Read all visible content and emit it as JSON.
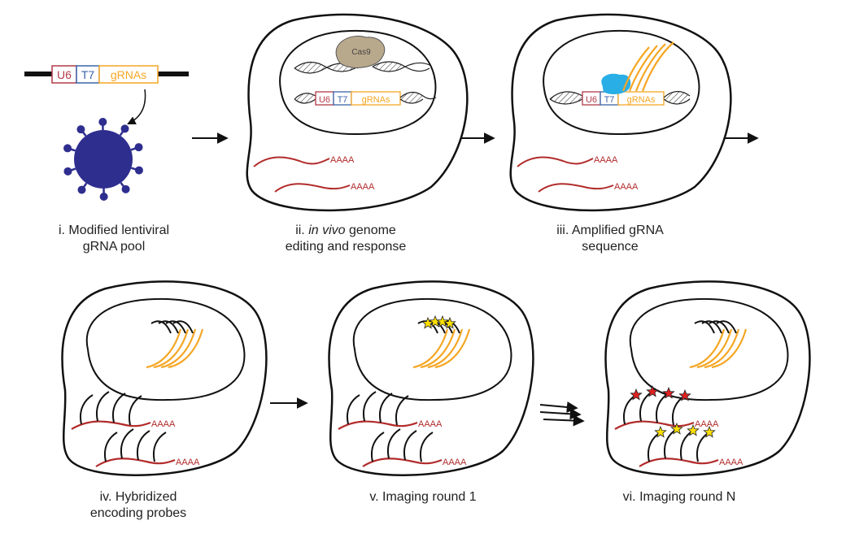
{
  "construct": {
    "u6": "U6",
    "t7": "T7",
    "grnas": "gRNAs"
  },
  "cas9": "Cas9",
  "polya": "AAAA",
  "colors": {
    "u6": "#b23a48",
    "t7": "#3b63a8",
    "grnas": "#f5a623",
    "mrna": "#b22b2b",
    "virus": "#2e2e8f",
    "cas9": "#b9a98c",
    "polymerase": "#29aee6",
    "star_yellow": "#ffe100",
    "star_red": "#e02020"
  },
  "steps": [
    {
      "line1": "i. Modified lentiviral",
      "line2": "gRNA pool"
    },
    {
      "line1_prefix": "ii. ",
      "line1_italic": "in vivo",
      "line1_suffix": " genome",
      "line2": "editing and response"
    },
    {
      "line1": "iii. Amplified gRNA",
      "line2": "sequence"
    },
    {
      "line1": "iv. Hybridized",
      "line2": "encoding probes"
    },
    {
      "line1": "v. Imaging round 1",
      "line2": ""
    },
    {
      "line1": "vi. Imaging round N",
      "line2": ""
    }
  ]
}
